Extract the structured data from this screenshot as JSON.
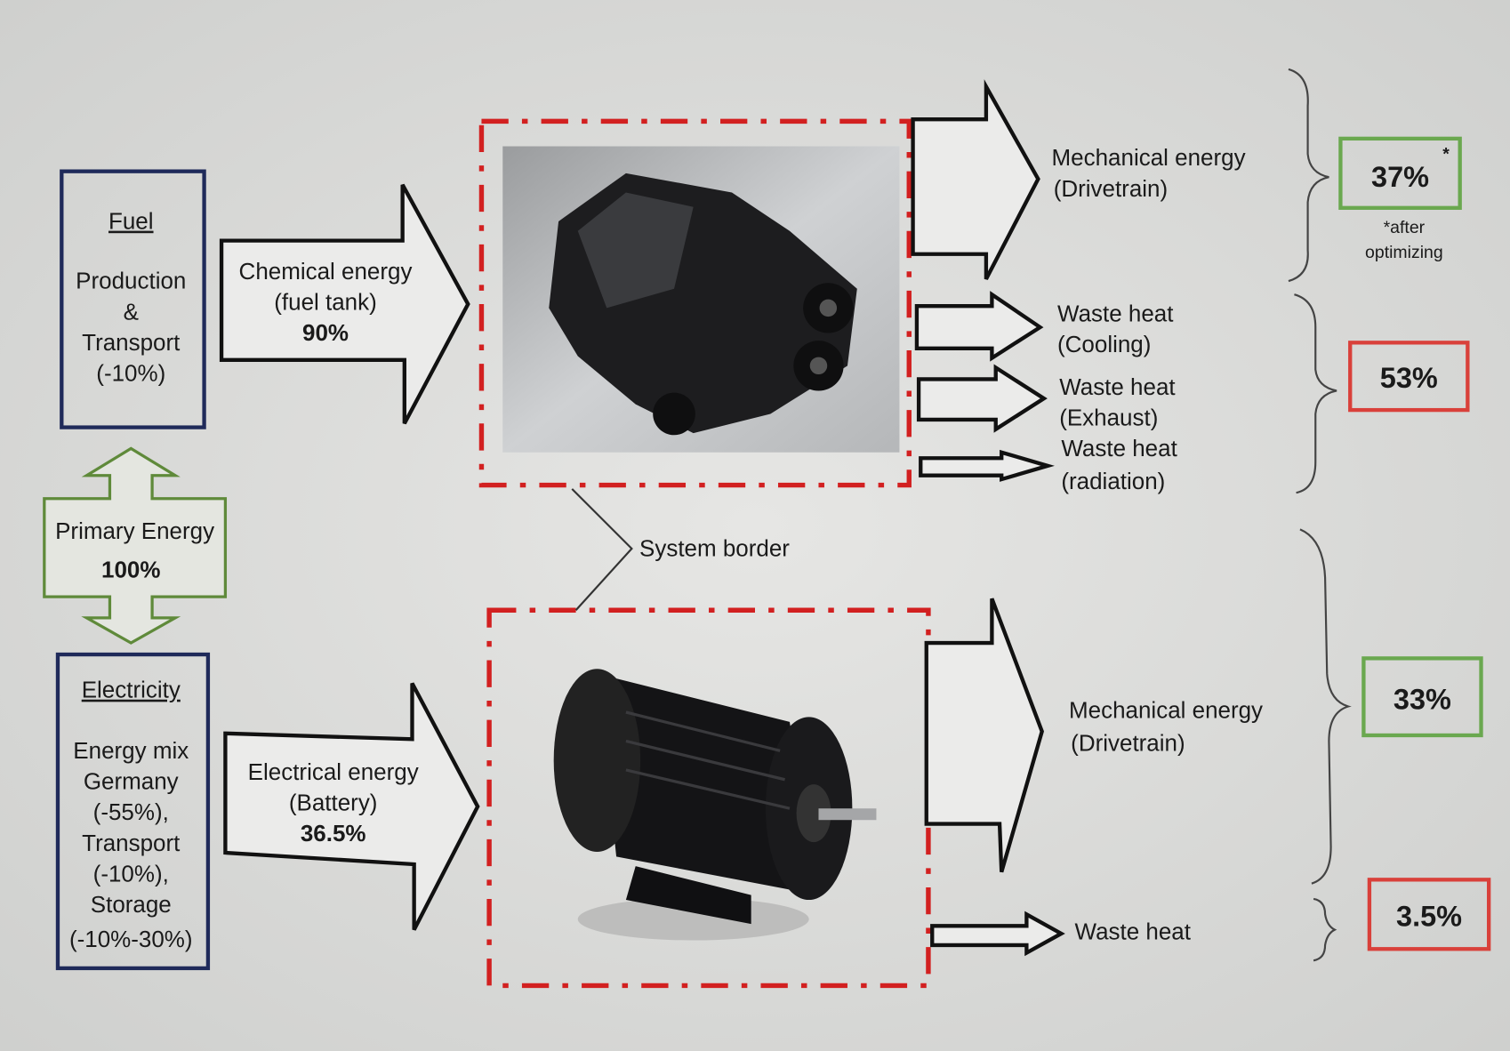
{
  "fuel": {
    "title": "Fuel",
    "lines": [
      "Production",
      "&",
      "Transport",
      "(-10%)"
    ]
  },
  "electricity": {
    "title": "Electricity",
    "lines": [
      "Energy mix",
      "Germany",
      "(-55%),",
      "Transport",
      "(-10%),",
      "Storage",
      "(-10%-30%)"
    ]
  },
  "primary": {
    "label": "Primary Energy",
    "value": "100%"
  },
  "chemical": {
    "label1": "Chemical energy",
    "label2": "(fuel tank)",
    "value": "90%"
  },
  "electrical": {
    "label1": "Electrical energy",
    "label2": "(Battery)",
    "value": "36.5%"
  },
  "system_border": "System border",
  "engine_outputs": {
    "mech1": "Mechanical energy",
    "mech2": "(Drivetrain)",
    "cool1": "Waste heat",
    "cool2": "(Cooling)",
    "exh1": "Waste heat",
    "exh2": "(Exhaust)",
    "rad1": "Waste heat",
    "rad2": "(radiation)"
  },
  "motor_outputs": {
    "mech1": "Mechanical energy",
    "mech2": "(Drivetrain)",
    "waste": "Waste heat"
  },
  "results": {
    "engine_mech": "37%",
    "engine_mech_star": "*",
    "note1": "*after",
    "note2": "optimizing",
    "engine_waste": "53%",
    "motor_mech": "33%",
    "motor_waste": "3.5%"
  },
  "colors": {
    "green": "#6aa84f",
    "red": "#d9403a",
    "navy": "#1f2a5a",
    "border": "#d22020"
  }
}
